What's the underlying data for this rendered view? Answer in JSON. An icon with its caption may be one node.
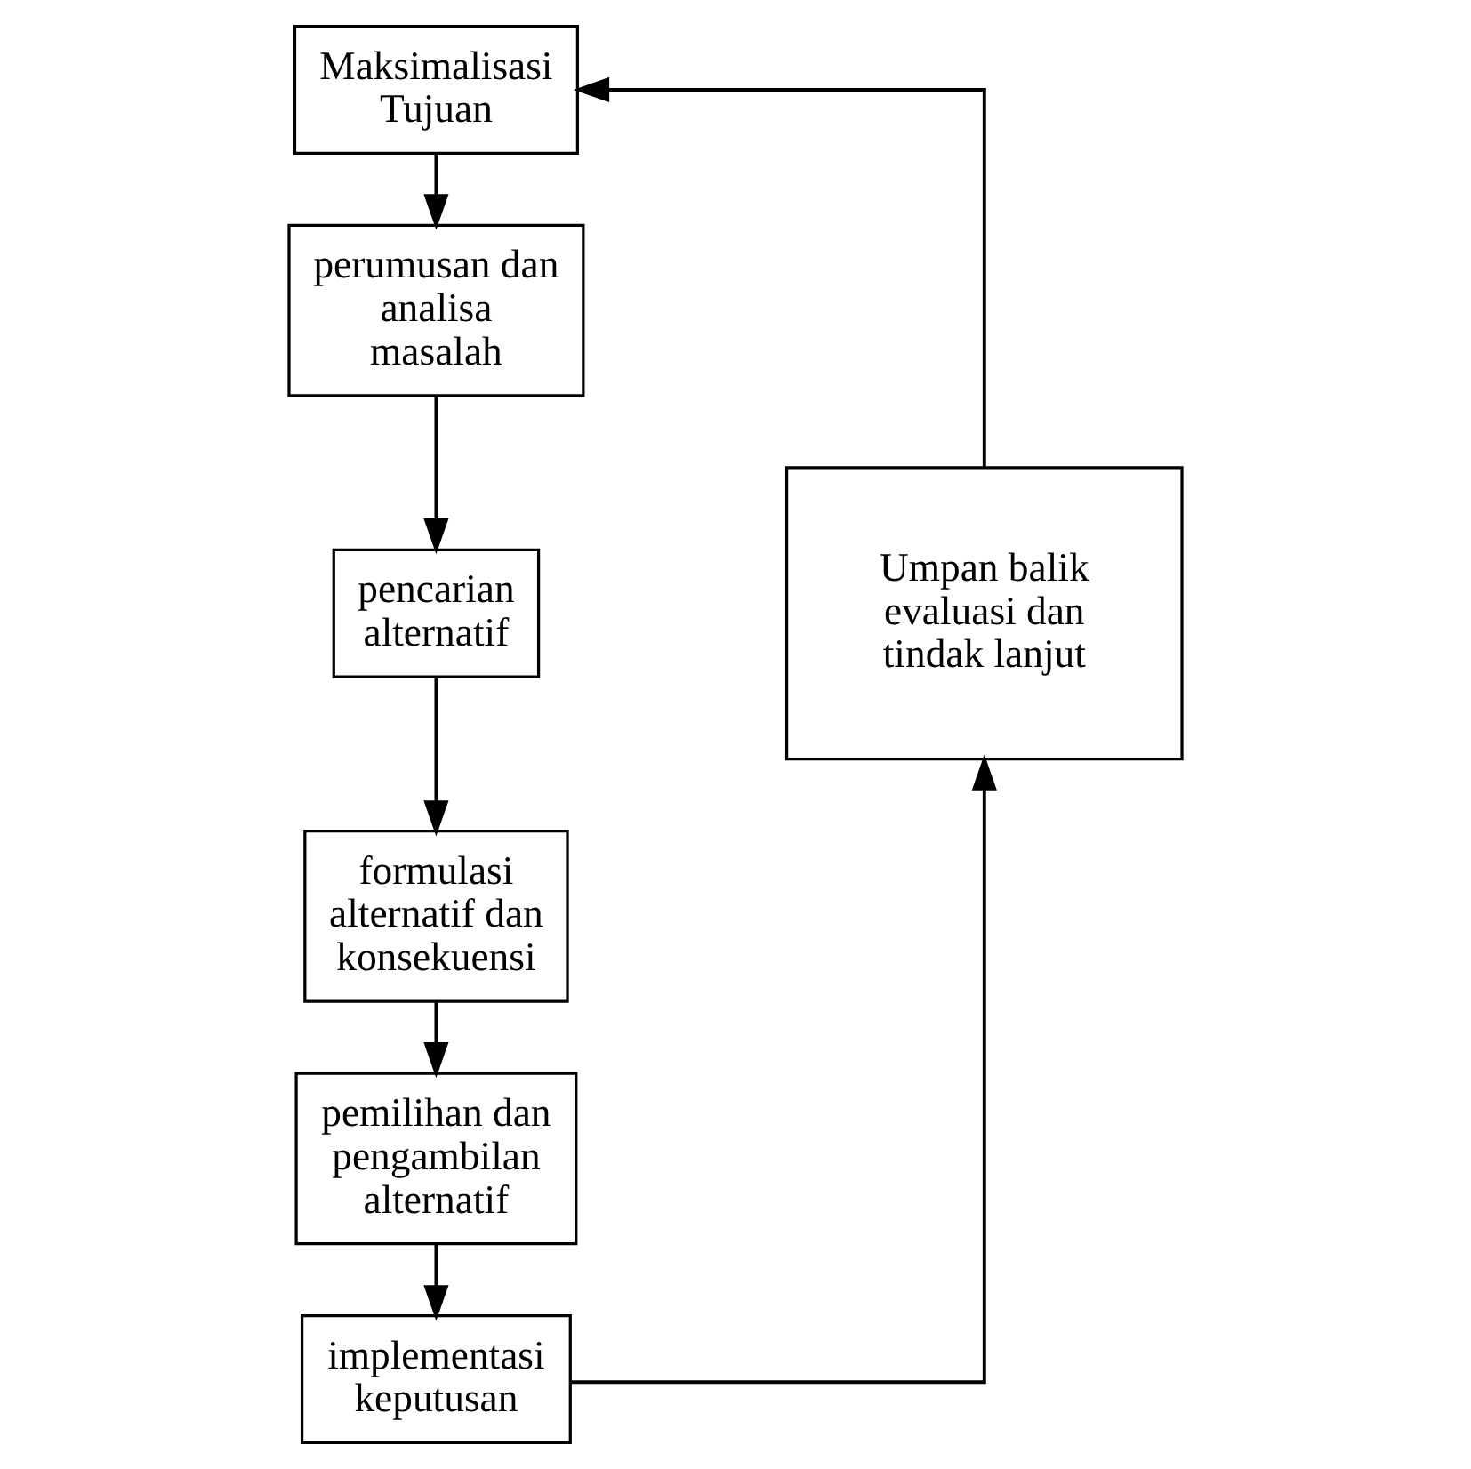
{
  "diagram": {
    "nodes": [
      {
        "text": [
          "Maksimalisasi Tujuan"
        ]
      },
      {
        "text": [
          "perumusan dan analisa masalah"
        ]
      },
      {
        "text": [
          "pencarian alternatif"
        ]
      },
      {
        "text": [
          "formulasi alternatif dan konsekuensi"
        ]
      },
      {
        "text": [
          "pemilihan dan pengambilan alternatif"
        ]
      },
      {
        "text": [
          "implementasi keputusan"
        ]
      },
      {
        "text": [
          "Umpan balik evaluasi dan tindak lanjut"
        ]
      }
    ],
    "edges": [
      {
        "from": 0,
        "to": 1,
        "arrow": "to"
      },
      {
        "from": 1,
        "to": 2,
        "arrow": "to"
      },
      {
        "from": 2,
        "to": 3,
        "arrow": "to"
      },
      {
        "from": 3,
        "to": 4,
        "arrow": "to"
      },
      {
        "from": 4,
        "to": 5,
        "arrow": "to"
      },
      {
        "from": 5,
        "to": 6,
        "arrow": "to"
      },
      {
        "from": 6,
        "to": 0,
        "arrow": "to"
      }
    ]
  }
}
